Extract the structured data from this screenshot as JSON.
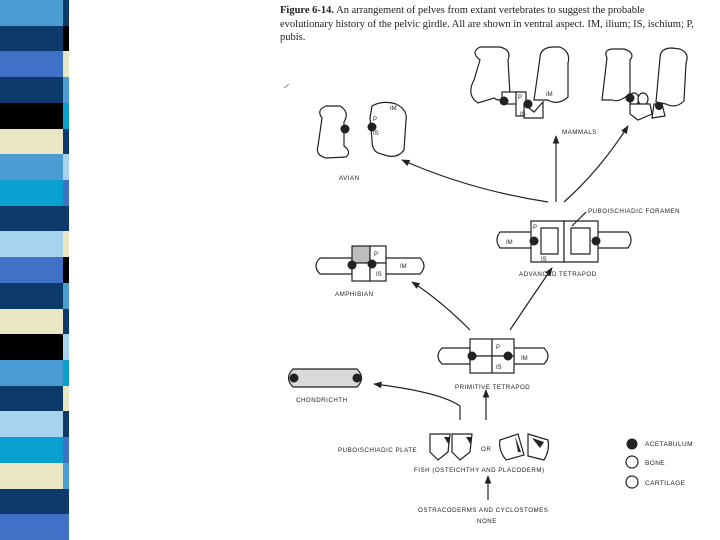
{
  "caption": {
    "figure_no": "Figure 6-14.",
    "text": "An arrangement of pelves from extant vertebrates to suggest the probable evolutionary history of the pelvic girdle. All are shown in ventral aspect. IM, ilium; IS, ischium; P, pubis."
  },
  "stripe_colors": [
    "#4b9cd3",
    "#0c3b6b",
    "#3f72c6",
    "#0c3b6b",
    "#000000",
    "#e8e6c3",
    "#4b9cd3",
    "#0aa0cf",
    "#0c3b6b",
    "#a7d3ee",
    "#3f72c6",
    "#0c3b6b",
    "#e8e6c3",
    "#000000",
    "#4b9cd3",
    "#0c3b6b",
    "#a7d3ee",
    "#0aa0cf",
    "#e8e6c3",
    "#0c3b6b",
    "#3f72c6"
  ],
  "labels": {
    "avian": "AVIAN",
    "mammals": "MAMMALS",
    "puboischiadic_foramen": "PUBOISCHIADIC FORAMEN",
    "advanced_tetrapod": "ADVANCED TETRAPOD",
    "amphibian": "AMPHIBIAN",
    "primitive_tetrapod": "PRIMITIVE TETRAPOD",
    "chondrichthyes": "CHONDRICHTH",
    "puboischiadic_plate": "PUBOISCHIADIC PLATE",
    "or": "OR",
    "fish": "FISH (OSTEICHTHY AND PLACODERM)",
    "ostracoderms": "OSTRACODERMS AND CYCLOSTOMES",
    "none": "NONE"
  },
  "abbrev": {
    "ilium": "IM",
    "ischium": "IS",
    "pubis": "P"
  },
  "legend": [
    {
      "label": "ACETABULUM",
      "symbol": "filled-circle"
    },
    {
      "label": "BONE",
      "symbol": "open-circle"
    },
    {
      "label": "CARTILAGE",
      "symbol": "open-circle"
    }
  ]
}
